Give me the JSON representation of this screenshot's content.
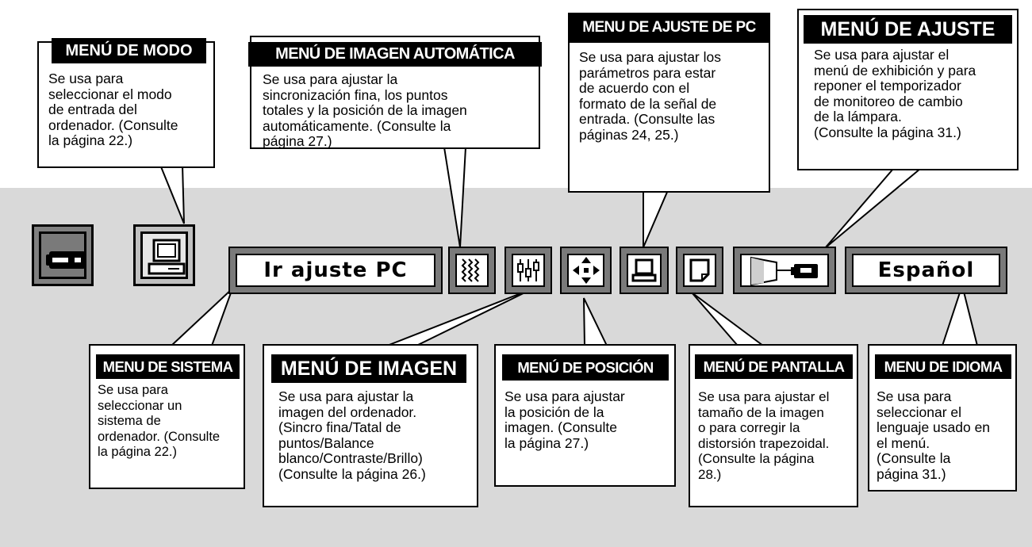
{
  "callouts": {
    "modo": {
      "title": "MENÚ DE MODO",
      "body": "Se usa para\nseleccionar el modo\nde entrada del\nordenador. (Consulte\nla página 22.)"
    },
    "imagen_auto": {
      "title": "MENÚ DE IMAGEN AUTOMÁTICA",
      "body": "Se usa para ajustar la\nsincronización fina, los puntos\ntotales y la posición de la imagen\nautomáticamente. (Consulte la\npágina 27.)"
    },
    "ajuste_pc": {
      "title": "MENU DE AJUSTE DE PC",
      "body": "Se usa para ajustar los\nparámetros para estar\nde acuerdo con el\nformato de la señal de\nentrada. (Consulte las\npáginas 24, 25.)"
    },
    "ajuste": {
      "title": "MENÚ DE AJUSTE",
      "body": "Se usa para ajustar el\nmenú de exhibición y para\nreponer el temporizador\nde monitoreo de cambio\nde la lámpara.\n(Consulte la página 31.)"
    },
    "sistema": {
      "title": "MENU DE SISTEMA",
      "body": "Se usa para\nseleccionar un\nsistema de\nordenador. (Consulte\nla página 22.)"
    },
    "imagen": {
      "title": "MENÚ DE IMAGEN",
      "body": "Se usa para ajustar la\nimagen del ordenador.\n(Sincro fina/Tatal de\npuntos/Balance\nblanco/Contraste/Brillo)\n(Consulte la página 26.)"
    },
    "posicion": {
      "title": "MENÚ DE POSICIÓN",
      "body": "Se usa para ajustar\nla posición de la\nimagen. (Consulte\nla página 27.)"
    },
    "pantalla": {
      "title": "MENÚ DE PANTALLA",
      "body": "Se usa para ajustar el\ntamaño de la imagen\no para corregir la\ndistorsión trapezoidal.\n(Consulte la página\n28.)"
    },
    "idioma": {
      "title": "MENU DE IDIOMA",
      "body": "Se usa para\nseleccionar el\nlenguaje usado en\nel menú.\n(Consulte la\npágina 31.)"
    }
  },
  "menubar": {
    "system_field": "Ir ajuste PC",
    "language_field": "Español",
    "icons": [
      "projector-icon",
      "computer-icon",
      "auto-image-icon",
      "image-adjust-icon",
      "position-icon",
      "pc-adjust-icon",
      "screen-icon",
      "setting-icon"
    ]
  }
}
